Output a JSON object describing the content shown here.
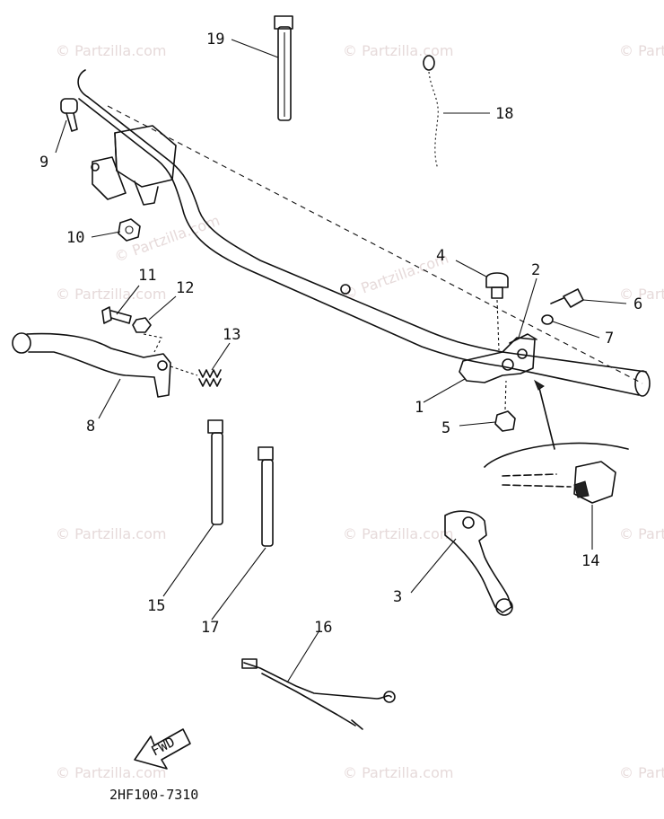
{
  "watermark": "© Partzilla.com",
  "diagram_code": "2HF100-7310",
  "fwd_label": "FWD",
  "callouts": [
    "1",
    "2",
    "3",
    "4",
    "5",
    "6",
    "7",
    "8",
    "9",
    "10",
    "11",
    "12",
    "13",
    "14",
    "15",
    "16",
    "17",
    "18",
    "19"
  ],
  "colors": {
    "line": "#111111",
    "watermark": "#e6dada",
    "background": "#ffffff"
  }
}
